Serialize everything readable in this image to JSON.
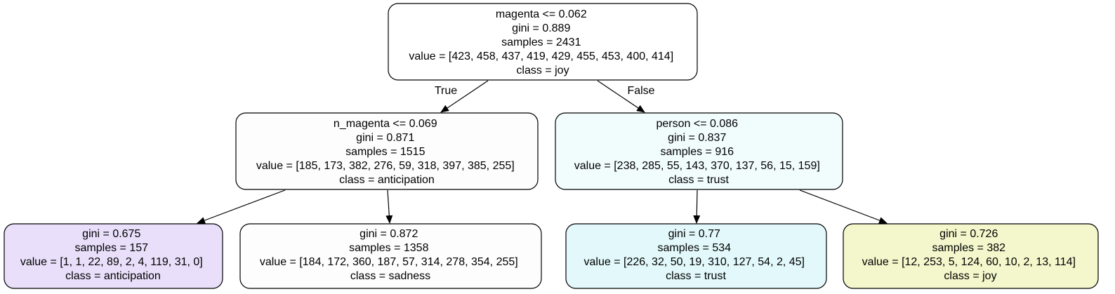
{
  "tree": {
    "edge_labels": {
      "true_label": "True",
      "false_label": "False"
    },
    "nodes": {
      "root": {
        "fill": "#ffffff",
        "lines": [
          "magenta <= 0.062",
          "gini = 0.889",
          "samples = 2431",
          "value = [423, 458, 437, 419, 429, 455, 453, 400, 414]",
          "class = joy"
        ]
      },
      "left": {
        "fill": "#fdfdfd",
        "lines": [
          "n_magenta <= 0.069",
          "gini = 0.871",
          "samples = 1515",
          "value = [185, 173, 382, 276, 59, 318, 397, 385, 255]",
          "class = anticipation"
        ]
      },
      "right": {
        "fill": "#f1fcfc",
        "lines": [
          "person <= 0.086",
          "gini = 0.837",
          "samples = 916",
          "value = [238, 285, 55, 143, 370, 137, 56, 15, 159]",
          "class = trust"
        ]
      },
      "left_left": {
        "fill": "#e9dffa",
        "lines": [
          "gini = 0.675",
          "samples = 157",
          "value = [1, 1, 22, 89, 2, 4, 119, 31, 0]",
          "class = anticipation"
        ]
      },
      "left_right": {
        "fill": "#fdfdfd",
        "lines": [
          "gini = 0.872",
          "samples = 1358",
          "value = [184, 172, 360, 187, 57, 314, 278, 354, 255]",
          "class = sadness"
        ]
      },
      "right_left": {
        "fill": "#e2f8fa",
        "lines": [
          "gini = 0.77",
          "samples = 534",
          "value = [226, 32, 50, 19, 310, 127, 54, 2, 45]",
          "class = trust"
        ]
      },
      "right_right": {
        "fill": "#f3f7cb",
        "lines": [
          "gini = 0.726",
          "samples = 382",
          "value = [12, 253, 5, 124, 60, 10, 2, 13, 114]",
          "class = joy"
        ]
      }
    }
  }
}
